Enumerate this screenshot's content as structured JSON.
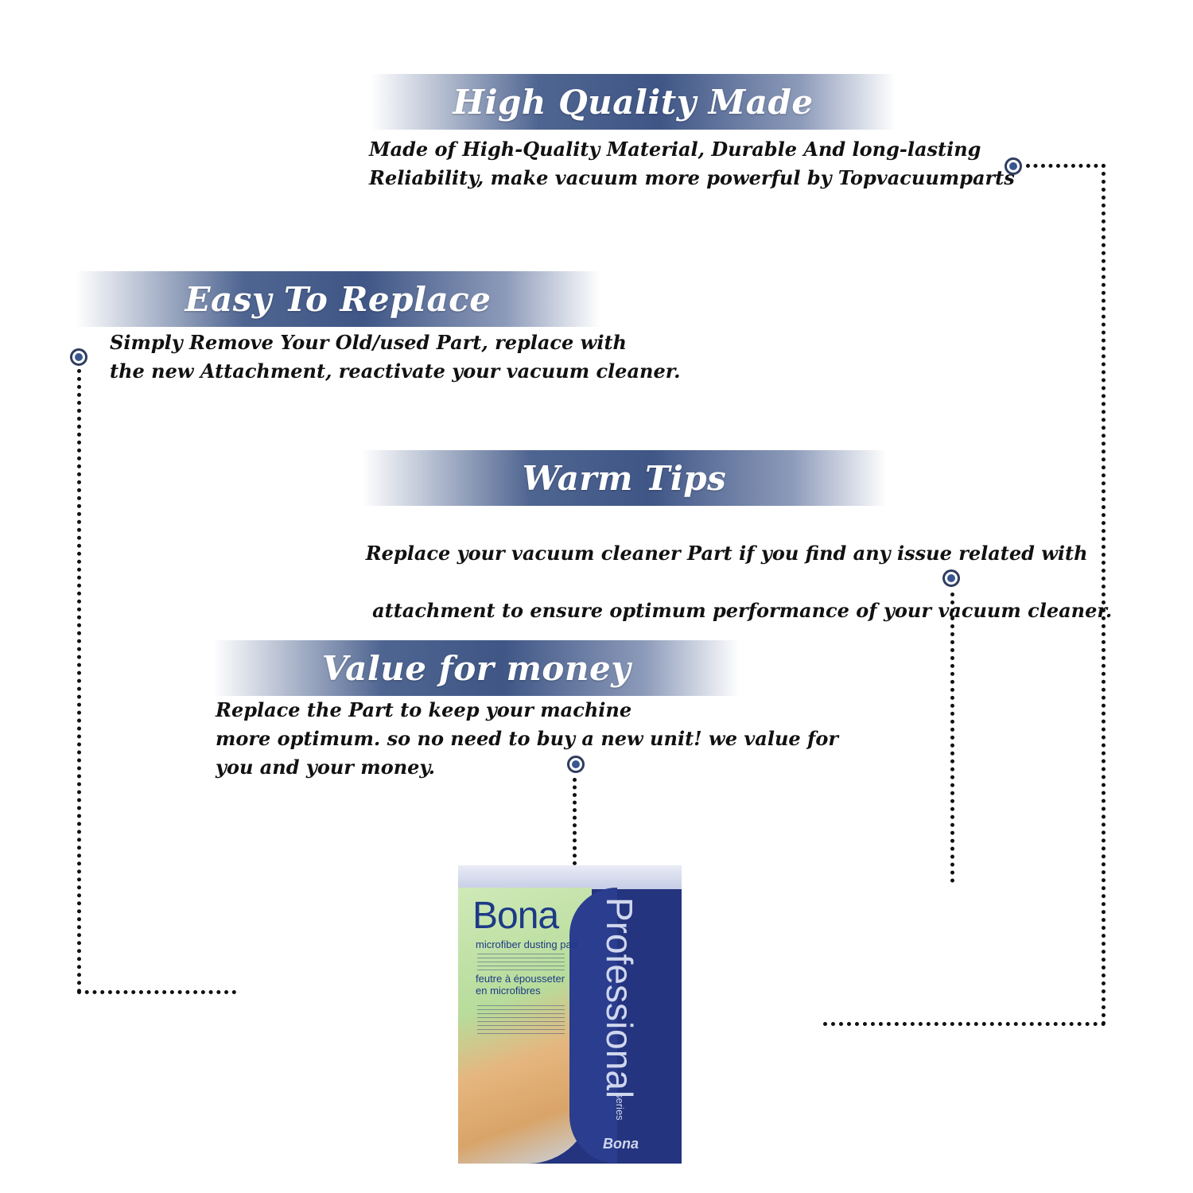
{
  "sections": [
    {
      "title": "High Quality Made",
      "lines": [
        "Made of  High-Quality Material, Durable And long-lasting",
        "Reliability, make vacuum more powerful by Topvacuumparts"
      ]
    },
    {
      "title": "Easy To Replace",
      "lines": [
        "Simply Remove Your Old/used Part, replace with",
        "the new Attachment, reactivate your vacuum cleaner."
      ]
    },
    {
      "title": "Warm Tips",
      "lines": [
        "Replace your vacuum cleaner Part if you find any issue related with",
        " attachment to ensure optimum performance of your vacuum cleaner."
      ]
    },
    {
      "title": "Value for money",
      "lines": [
        "Replace the Part to keep your machine",
        "more optimum. so no need to buy a new unit! we value for",
        "you and your money."
      ]
    }
  ],
  "product": {
    "brand": "Bona",
    "subtitle": "microfiber dusting pad",
    "subtitle_fr_1": "feutre à épousseter",
    "subtitle_fr_2": "en microfibres",
    "vertical": "Professional",
    "series": "series",
    "brand_small": "Bona"
  },
  "colors": {
    "banner": "#3f5686",
    "dot_fill": "#3a5690",
    "dot_ring": "#2f3d5e",
    "package": "#24347f"
  }
}
